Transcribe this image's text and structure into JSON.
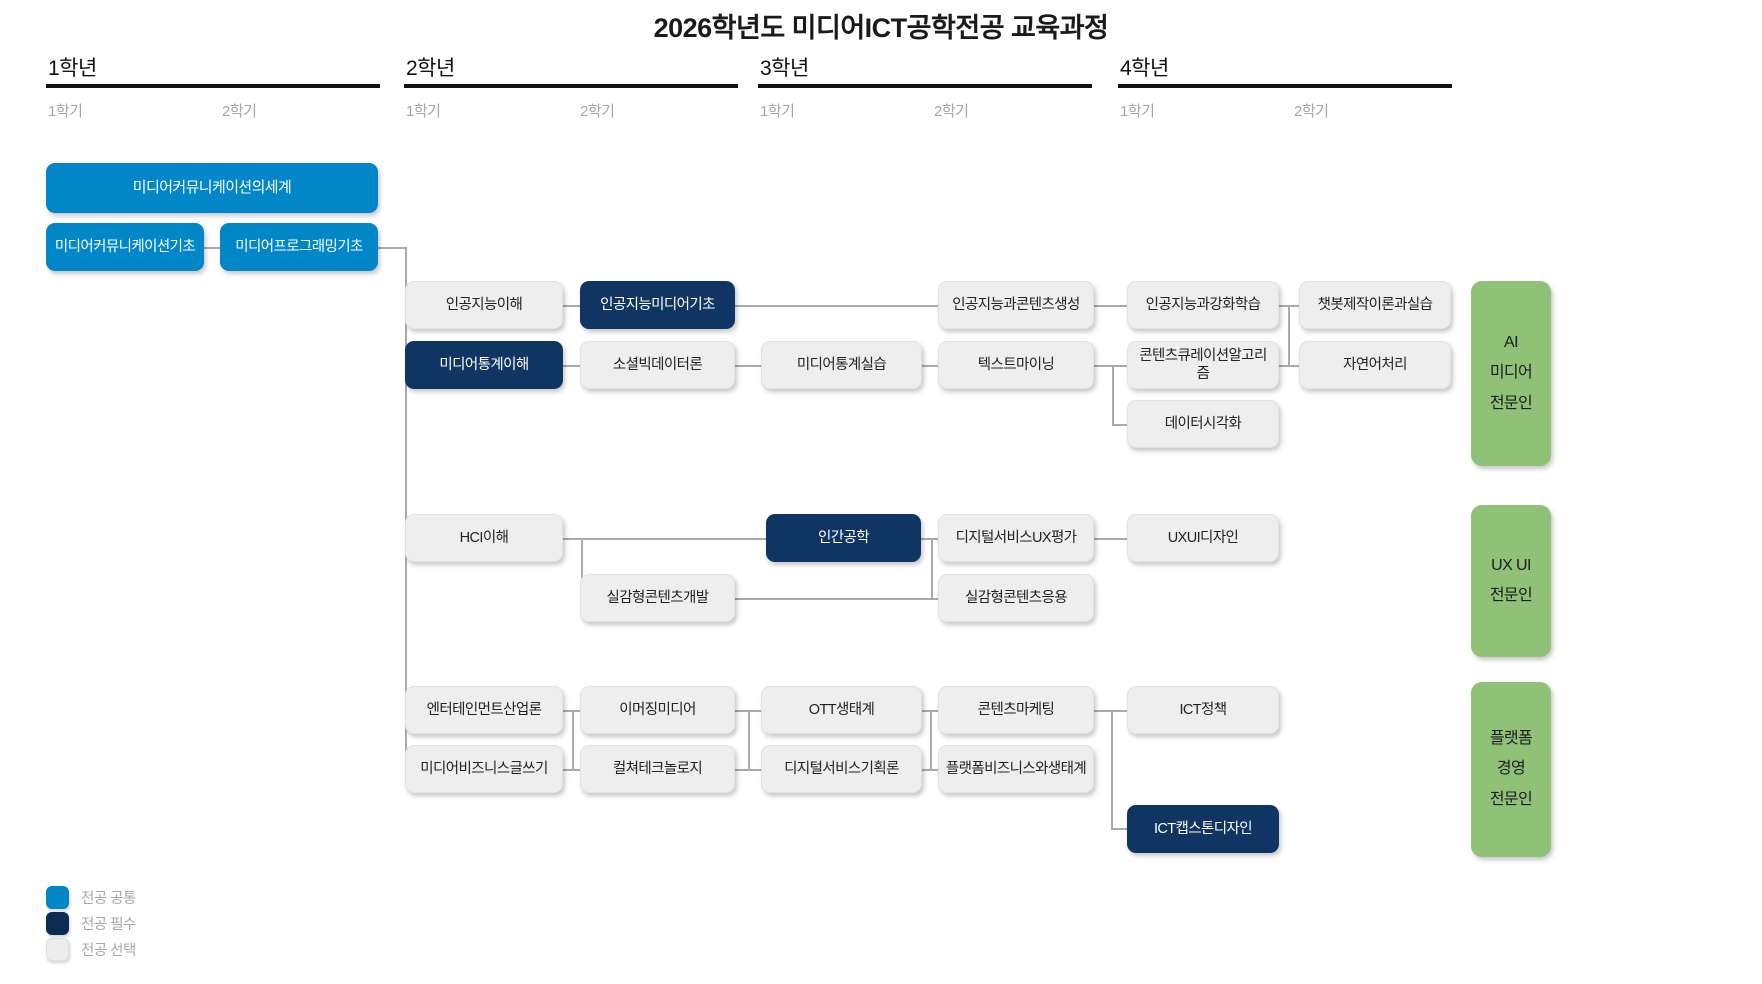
{
  "title": "2026학년도 미디어ICT공학전공 교육과정",
  "years": [
    {
      "label": "1학년",
      "semesters": [
        "1학기",
        "2학기"
      ]
    },
    {
      "label": "2학년",
      "semesters": [
        "1학기",
        "2학기"
      ]
    },
    {
      "label": "3학년",
      "semesters": [
        "1학기",
        "2학기"
      ]
    },
    {
      "label": "4학년",
      "semesters": [
        "1학기",
        "2학기"
      ]
    }
  ],
  "legend": {
    "items": [
      {
        "label": "전공 공통",
        "color": "#0186c8"
      },
      {
        "label": "전공 필수",
        "color": "#0b2c52"
      },
      {
        "label": "전공 선택",
        "color": "#ededed"
      }
    ]
  },
  "tracks": [
    {
      "name": "ai-media",
      "lines": [
        "AI",
        "미디어",
        "전문인"
      ],
      "color": "#8fc176"
    },
    {
      "name": "ux-ui",
      "lines": [
        "UX UI",
        "전문인"
      ],
      "color": "#8fc176"
    },
    {
      "name": "platform",
      "lines": [
        "플랫폼",
        "경영",
        "전문인"
      ],
      "color": "#8fc176"
    }
  ],
  "courses": {
    "c1": "미디어커뮤니케이션의세계",
    "c2": "미디어커뮤니케이션기초",
    "c3": "미디어프로그래밍기초",
    "c4": "인공지능이해",
    "c5": "인공지능미디어기초",
    "c6": "인공지능과콘텐츠생성",
    "c7": "인공지능과강화학습",
    "c8": "챗봇제작이론과실습",
    "c9": "미디어통계이해",
    "c10": "소셜빅데이터론",
    "c11": "미디어통계실습",
    "c12": "텍스트마이닝",
    "c13": "콘텐츠큐레이션알고리즘",
    "c14": "자연어처리",
    "c15": "데이터시각화",
    "c16": "HCI이해",
    "c17": "인간공학",
    "c18": "디지털서비스UX평가",
    "c19": "UXUI디자인",
    "c20": "실감형콘텐츠개발",
    "c21": "실감형콘텐츠응용",
    "c22": "엔터테인먼트산업론",
    "c23": "이머징미디어",
    "c24": "OTT생태계",
    "c25": "콘텐츠마케팅",
    "c26": "ICT정책",
    "c27": "미디어비즈니스글쓰기",
    "c28": "컬쳐테크놀로지",
    "c29": "디지털서비스기획론",
    "c30": "플랫폼비즈니스와생태계",
    "c31": "ICT캡스톤디자인"
  }
}
